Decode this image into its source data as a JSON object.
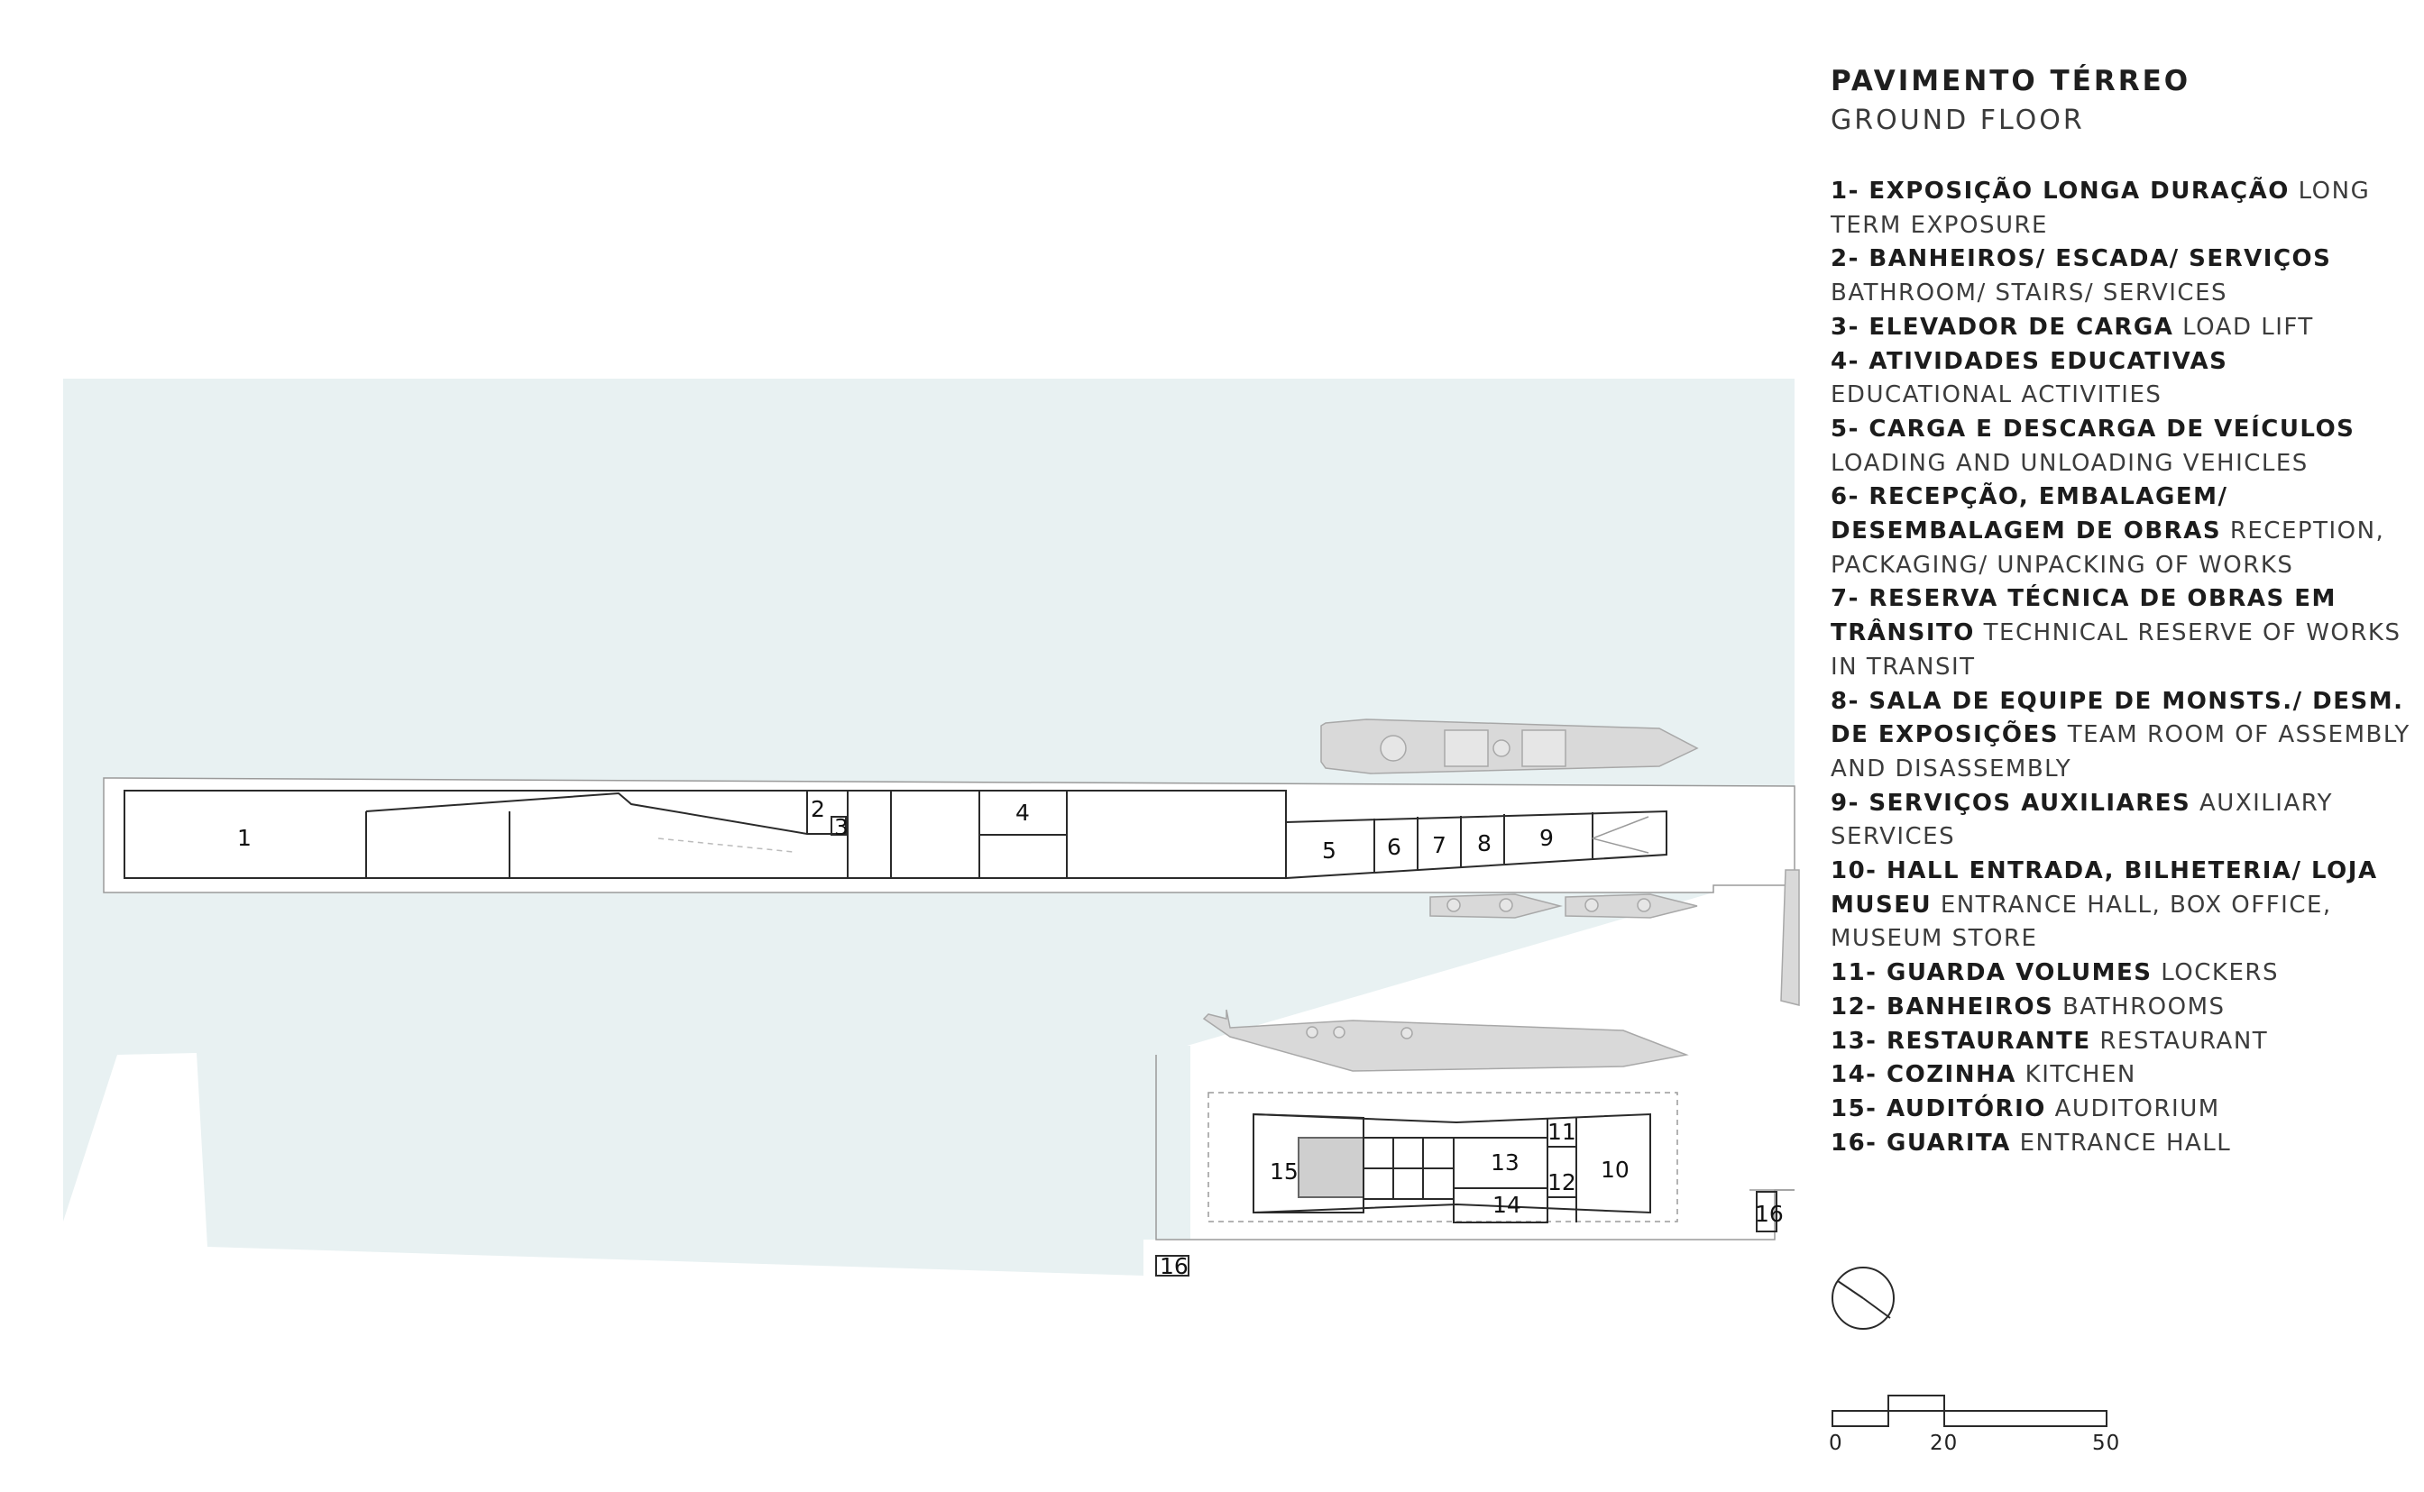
{
  "title": "PAVIMENTO TÉRREO",
  "subtitle": "GROUND FLOOR",
  "legend": [
    {
      "pt": "1- EXPOSIÇÃO LONGA DURAÇÃO",
      "en": "LONG TERM EXPOSURE"
    },
    {
      "pt": "2- BANHEIROS/ ESCADA/ SERVIÇOS",
      "en": "BATHROOM/ STAIRS/ SERVICES"
    },
    {
      "pt": "3- ELEVADOR DE CARGA",
      "en": "LOAD LIFT"
    },
    {
      "pt": "4- ATIVIDADES EDUCATIVAS",
      "en": "EDUCATIONAL ACTIVITIES"
    },
    {
      "pt": "5- CARGA E DESCARGA DE VEÍCULOS",
      "en": "LOADING AND UNLOADING VEHICLES"
    },
    {
      "pt": "6- RECEPÇÃO, EMBALAGEM/ DESEMBALAGEM DE OBRAS",
      "en": "RECEPTION, PACKAGING/ UNPACKING OF WORKS"
    },
    {
      "pt": "7- RESERVA TÉCNICA DE OBRAS EM TRÂNSITO",
      "en": "TECHNICAL RESERVE OF WORKS IN TRANSIT"
    },
    {
      "pt": "8- SALA DE EQUIPE DE MONSTS./ DESM. DE EXPOSIÇÕES",
      "en": "TEAM ROOM OF ASSEMBLY AND DISASSEMBLY"
    },
    {
      "pt": "9- SERVIÇOS AUXILIARES",
      "en": "AUXILIARY SERVICES"
    },
    {
      "pt": "10- HALL ENTRADA, BILHETERIA/ LOJA MUSEU",
      "en": "ENTRANCE HALL, BOX OFFICE, MUSEUM STORE"
    },
    {
      "pt": "11- GUARDA VOLUMES",
      "en": "LOCKERS"
    },
    {
      "pt": "12- BANHEIROS",
      "en": "BATHROOMS"
    },
    {
      "pt": "13- RESTAURANTE",
      "en": "RESTAURANT"
    },
    {
      "pt": "14- COZINHA",
      "en": "KITCHEN"
    },
    {
      "pt": "15- AUDITÓRIO",
      "en": "AUDITORIUM"
    },
    {
      "pt": "16- GUARITA",
      "en": "ENTRANCE HALL"
    }
  ],
  "plan_labels": {
    "l1": "1",
    "l2": "2",
    "l3": "3",
    "l4": "4",
    "l5": "5",
    "l6": "6",
    "l7": "7",
    "l8": "8",
    "l9": "9",
    "l10": "10",
    "l11": "11",
    "l12": "12",
    "l13": "13",
    "l14": "14",
    "l15": "15",
    "l16a": "16",
    "l16b": "16"
  },
  "scale": {
    "zero": "0",
    "mid": "20",
    "end": "50"
  },
  "colors": {
    "water": "#e8f1f2",
    "line": "#2a2a2a",
    "boat": "#d9d9d9"
  }
}
